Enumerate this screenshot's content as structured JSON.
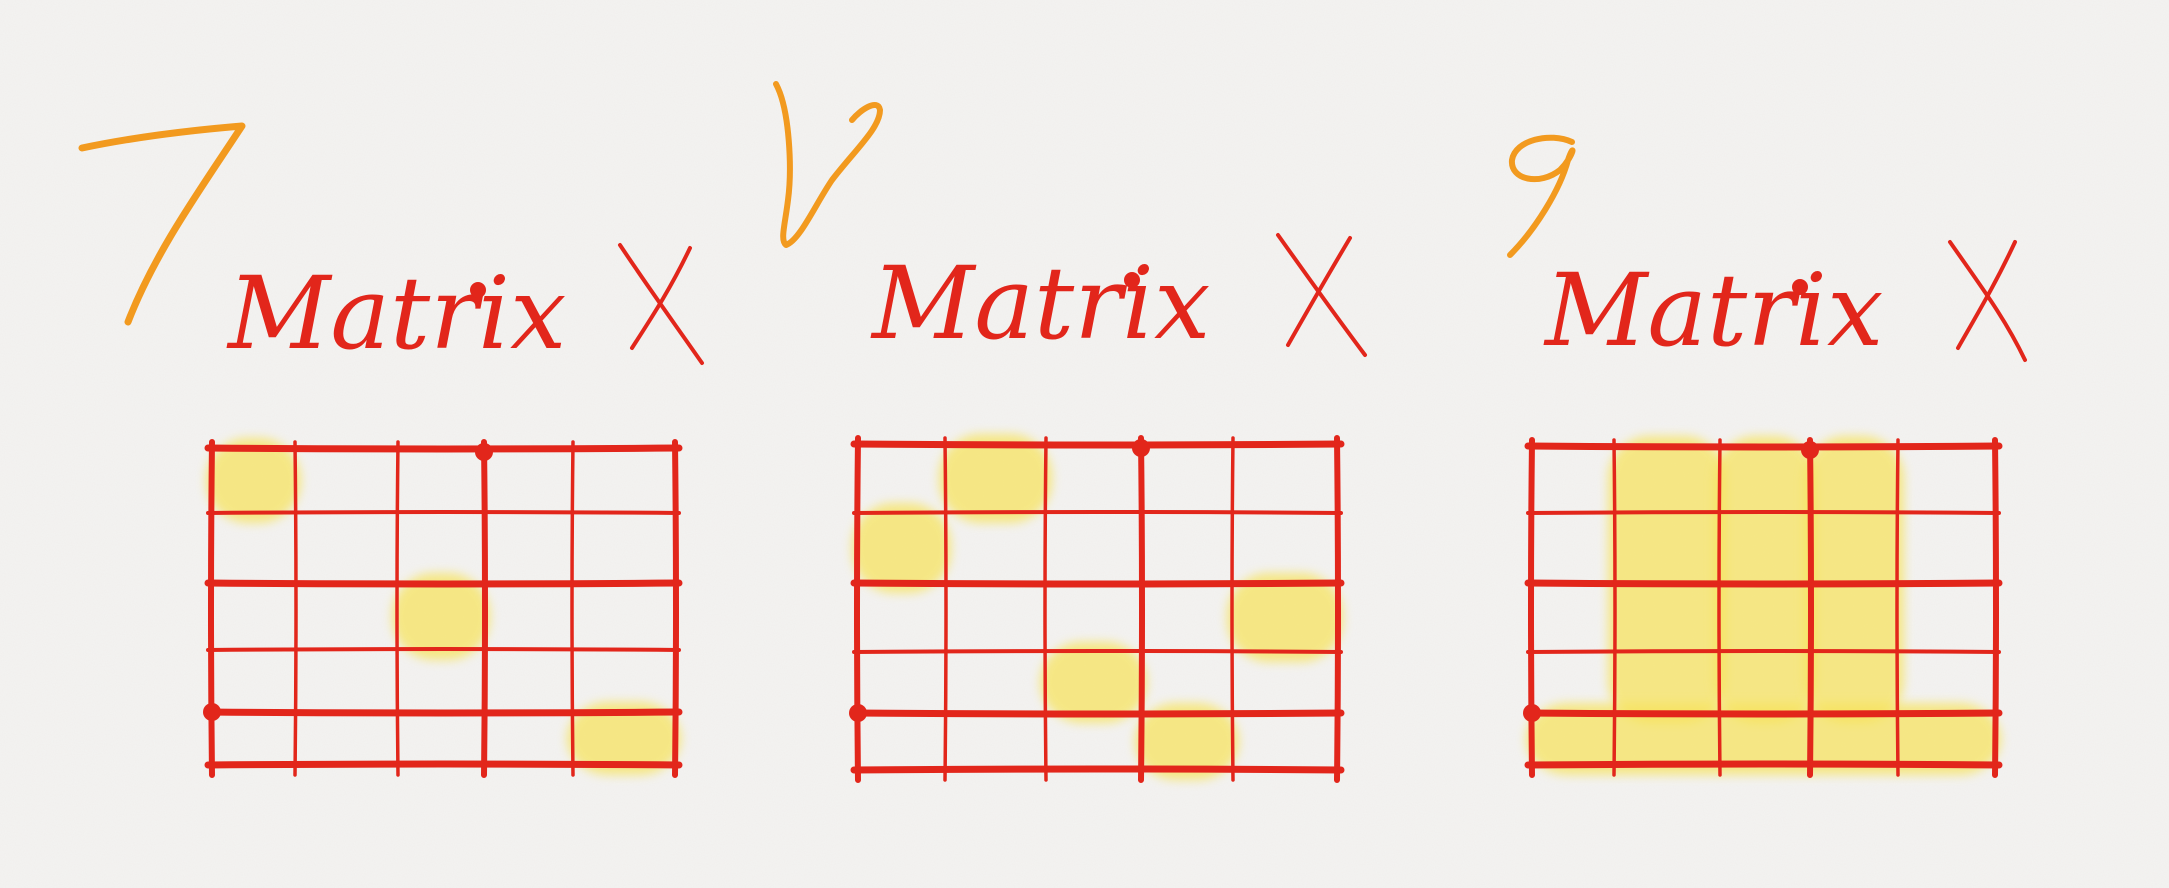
{
  "colors": {
    "grid": "#e2261b",
    "number": "#f29a1f",
    "highlight": "#f7e35c",
    "paper": "#f4f3f1"
  },
  "diagrams": [
    {
      "number": "7",
      "title": "Matrix",
      "mark": "X",
      "highlights": [
        {
          "row": 0,
          "col": 0
        },
        {
          "row": 2,
          "col": 2
        },
        {
          "row": 4,
          "col": 4
        }
      ]
    },
    {
      "number": "8",
      "title": "Matrix",
      "mark": "X",
      "highlights": [
        {
          "row": 0,
          "col": 1
        },
        {
          "row": 1,
          "col": 0
        },
        {
          "row": 2,
          "col": 4
        },
        {
          "row": 3,
          "col": 2
        },
        {
          "row": 4,
          "col": 3
        }
      ]
    },
    {
      "number": "9",
      "title": "Matrix",
      "mark": "X",
      "highlights": [
        {
          "col": 1,
          "rows": [
            0,
            3
          ]
        },
        {
          "col": 2,
          "rows": [
            0,
            3
          ]
        },
        {
          "col": 3,
          "rows": [
            0,
            3
          ]
        },
        {
          "row": 4,
          "cols": [
            0,
            4
          ]
        }
      ]
    }
  ]
}
